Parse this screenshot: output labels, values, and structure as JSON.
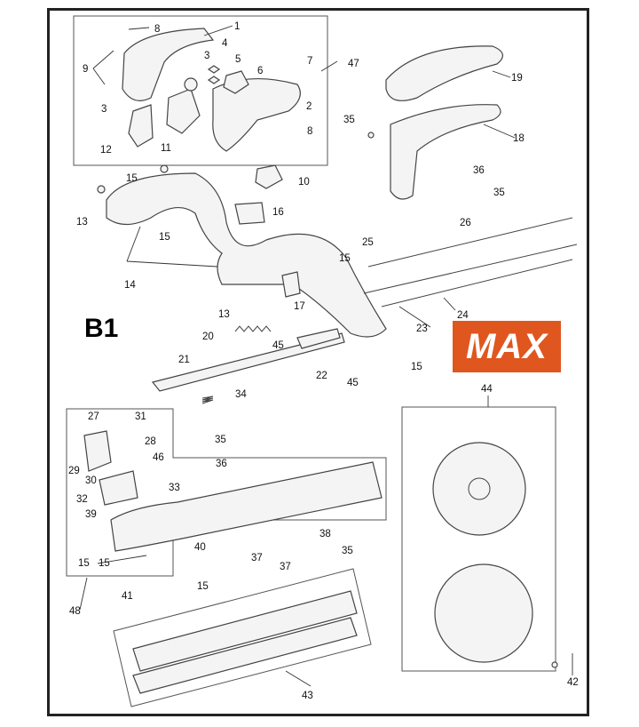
{
  "section_label": "B1",
  "brand_logo": {
    "text": "MAX",
    "color": "#e0561f"
  },
  "part_labels": [
    "1",
    "2",
    "3",
    "3",
    "4",
    "5",
    "6",
    "7",
    "8",
    "8",
    "9",
    "10",
    "11",
    "12",
    "13",
    "13",
    "14",
    "15",
    "15",
    "15",
    "15",
    "15",
    "15",
    "15",
    "16",
    "17",
    "18",
    "19",
    "20",
    "21",
    "22",
    "23",
    "24",
    "25",
    "26",
    "27",
    "28",
    "29",
    "30",
    "31",
    "32",
    "33",
    "34",
    "35",
    "35",
    "35",
    "35",
    "36",
    "36",
    "37",
    "37",
    "38",
    "39",
    "40",
    "41",
    "42",
    "43",
    "44",
    "45",
    "45",
    "46",
    "47",
    "48"
  ]
}
